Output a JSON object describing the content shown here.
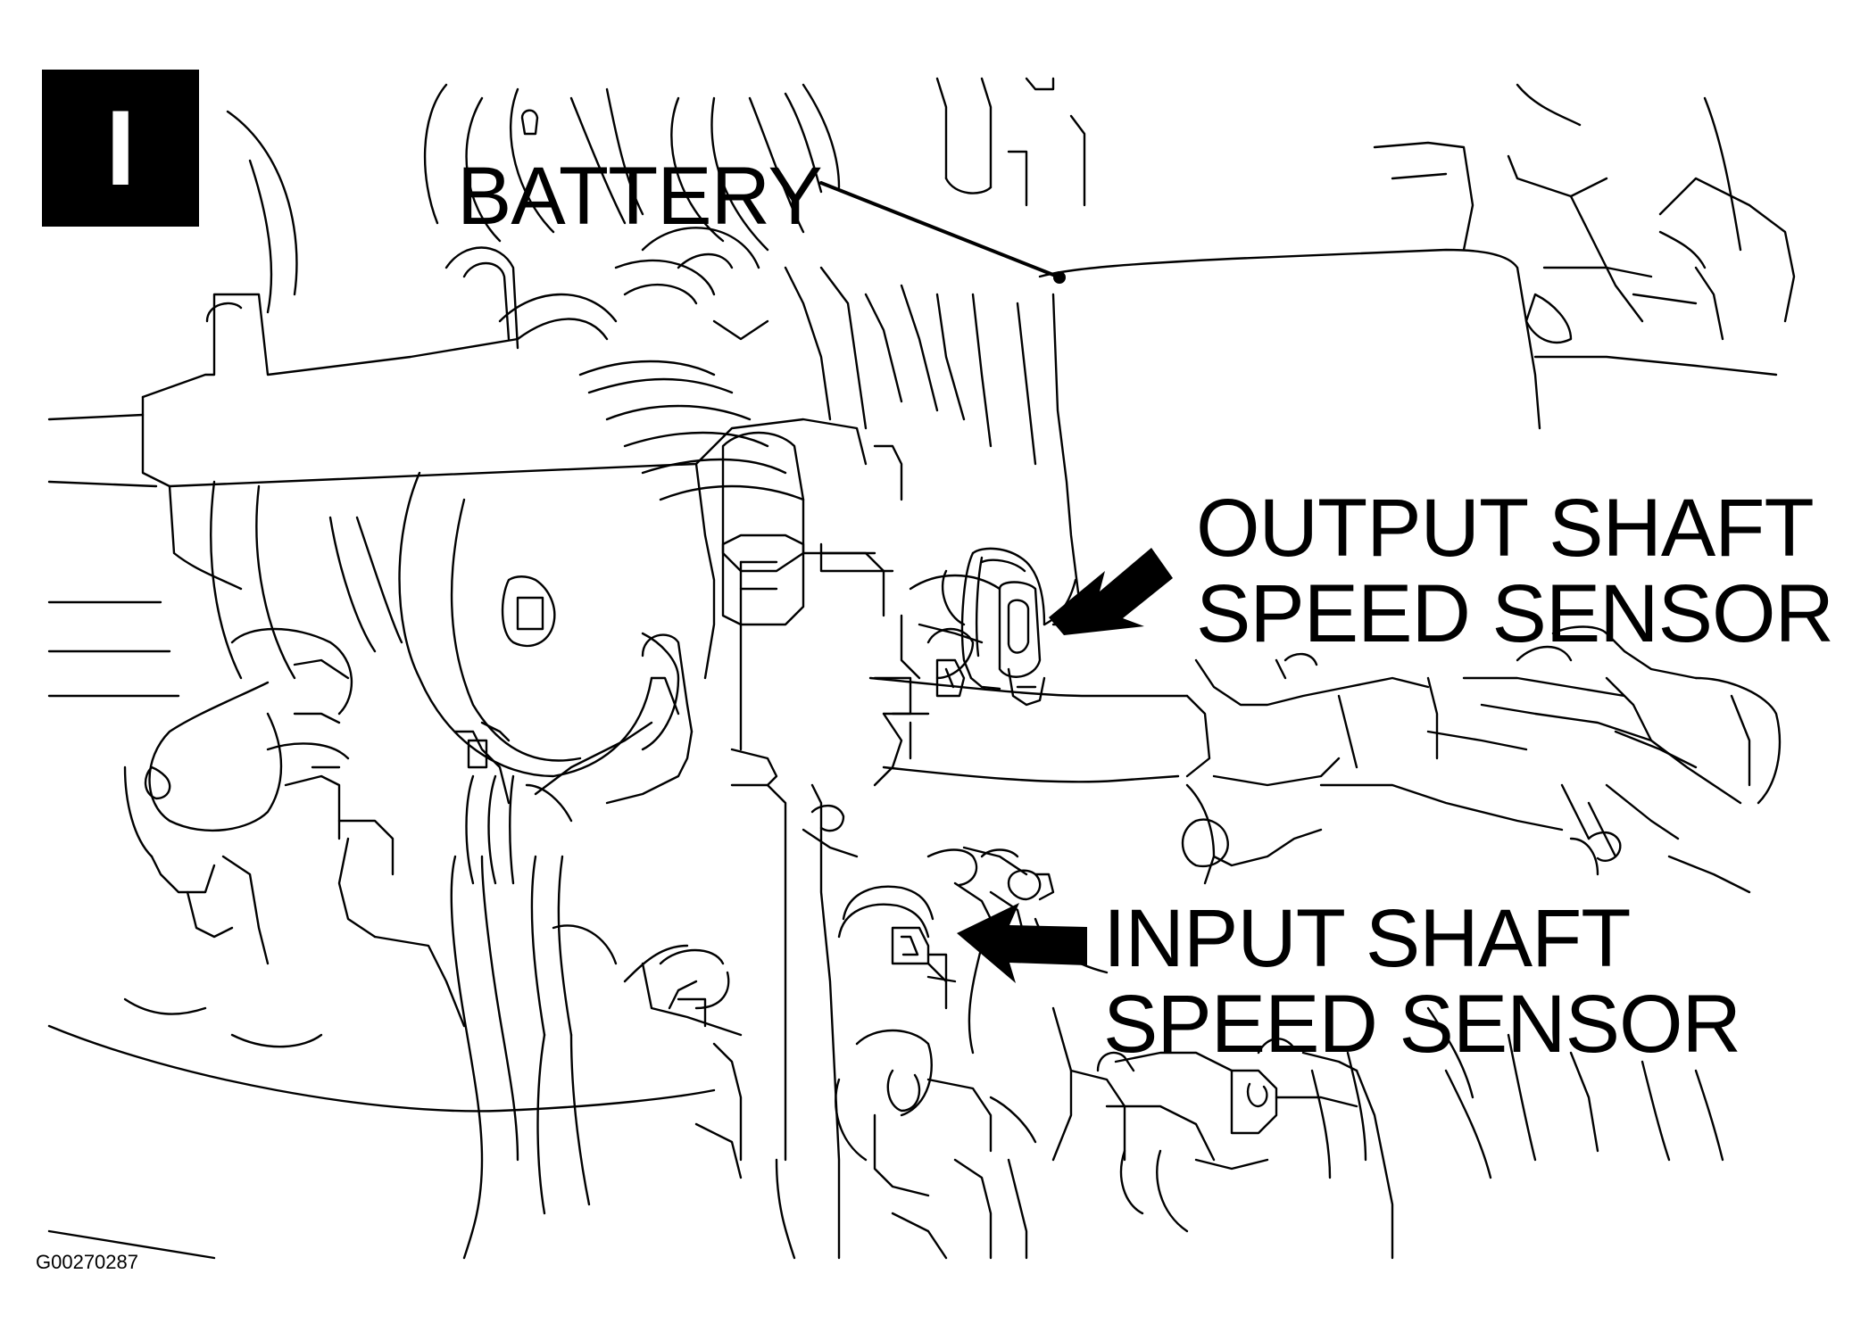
{
  "figure": {
    "section_letter": "I",
    "figure_id": "G00270287"
  },
  "callouts": {
    "battery": "BATTERY",
    "output_sensor": {
      "line1": "OUTPUT SHAFT",
      "line2": "SPEED SENSOR"
    },
    "input_sensor": {
      "line1": "INPUT SHAFT",
      "line2": "SPEED SENSOR"
    }
  },
  "colors": {
    "ink": "#000000",
    "paper": "#ffffff"
  }
}
